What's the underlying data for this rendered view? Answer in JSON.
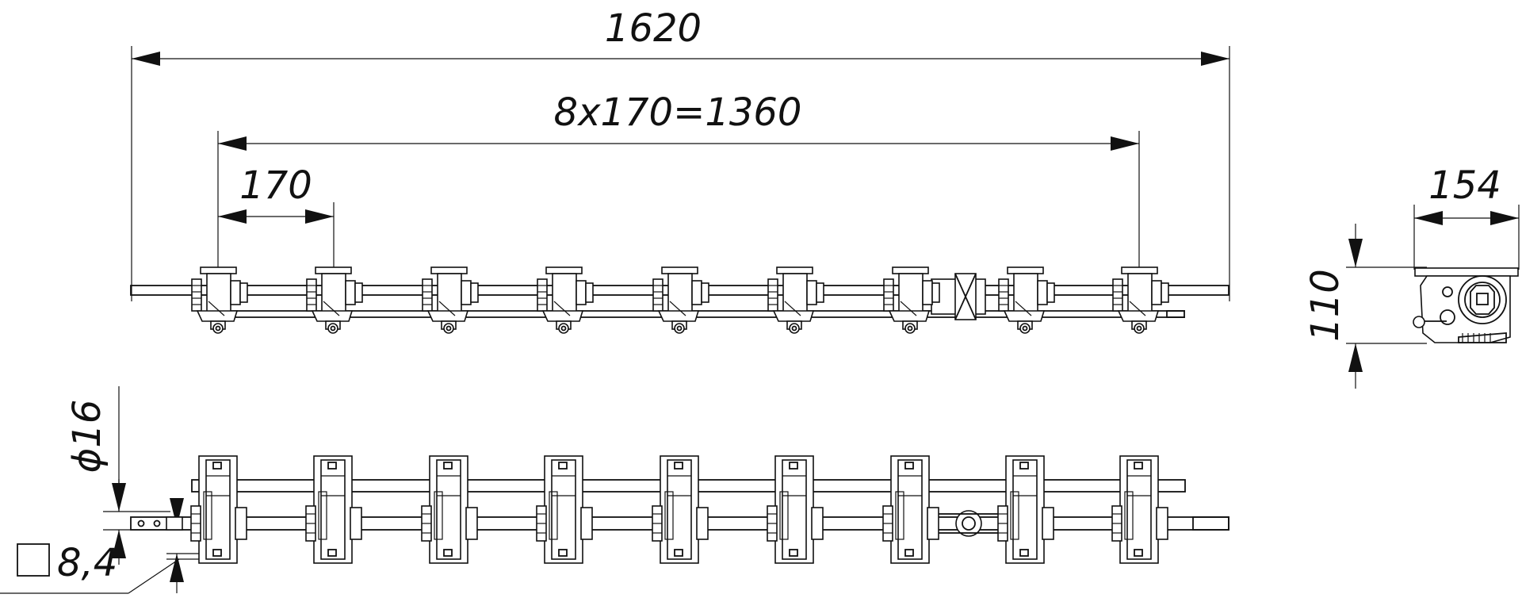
{
  "dimensions": {
    "overall_length": "1620",
    "spacing_total": "8x170=1360",
    "pitch": "170",
    "depth": "154",
    "height": "110",
    "shaft_diameter": "ϕ16",
    "square_key": "8,4"
  },
  "colors": {
    "line": "#111111",
    "background": "#ffffff"
  }
}
